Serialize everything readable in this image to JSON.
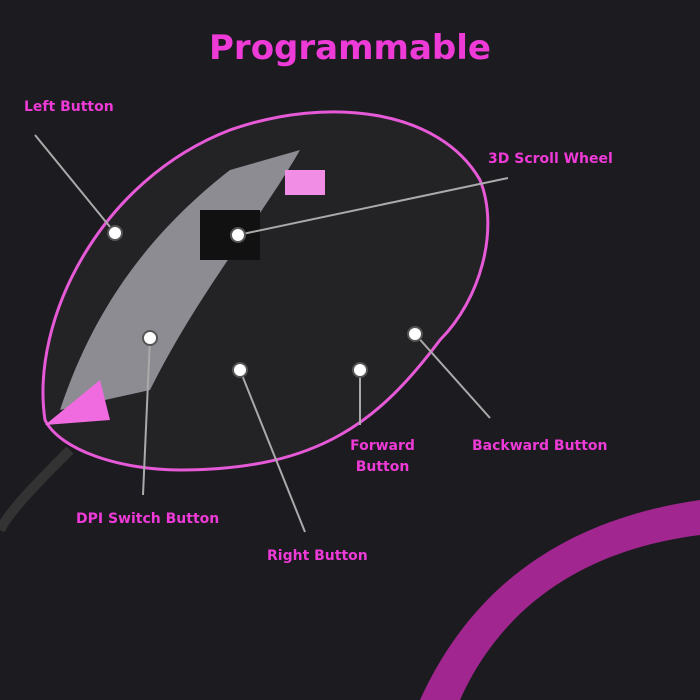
{
  "title": "Programmable",
  "labels": {
    "left_button": "Left Button",
    "scroll_wheel": "3D Scroll Wheel",
    "forward_button": "Forward Button",
    "backward_button": "Backward Button",
    "dpi_switch": "DPI Switch Button",
    "right_button": "Right Button"
  },
  "colors": {
    "accent": "#ee3ad6",
    "background": "#1c1b20"
  }
}
